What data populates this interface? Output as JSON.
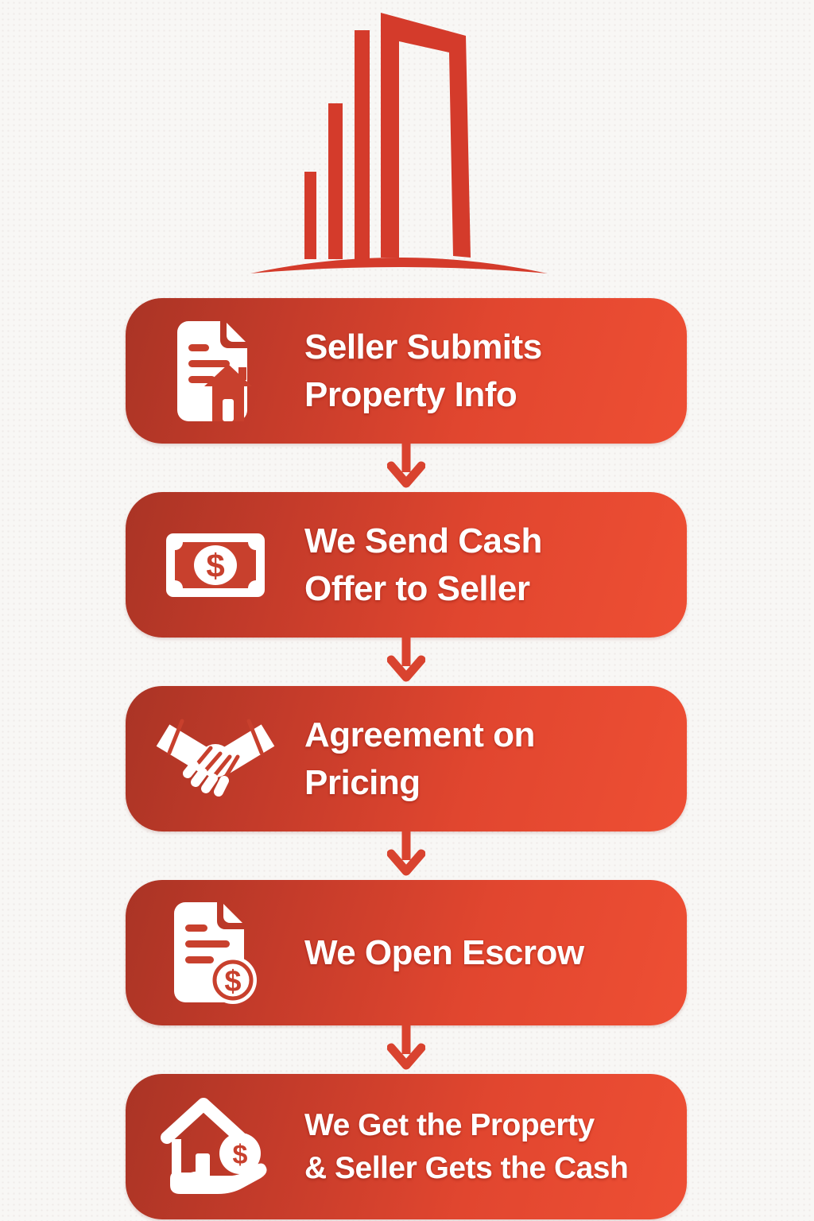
{
  "page": {
    "background": "#f8f7f5",
    "kind": "process-infographic"
  },
  "logo": {
    "icon": "buildings-skyline-logo-icon",
    "color": "#d43b2b"
  },
  "colors": {
    "card_gradient_start": "#aa3425",
    "card_gradient_end": "#ee4f34",
    "arrow": "#d9432f",
    "icon_detail": "#c8402d",
    "text": "#ffffff"
  },
  "symbols": {
    "dollar": "$"
  },
  "steps": [
    {
      "icon": "property-document-icon",
      "line1": "Seller Submits",
      "line2": "Property Info"
    },
    {
      "icon": "cash-offer-icon",
      "line1": "We Send Cash",
      "line2": "Offer to Seller"
    },
    {
      "icon": "handshake-icon",
      "line1": "Agreement on",
      "line2": "Pricing"
    },
    {
      "icon": "escrow-document-icon",
      "line1": "We Open Escrow",
      "line2": ""
    },
    {
      "icon": "house-cash-icon",
      "line1": "We Get the Property",
      "line2": "& Seller Gets the Cash"
    }
  ],
  "arrow": {
    "icon": "down-arrow-icon"
  }
}
